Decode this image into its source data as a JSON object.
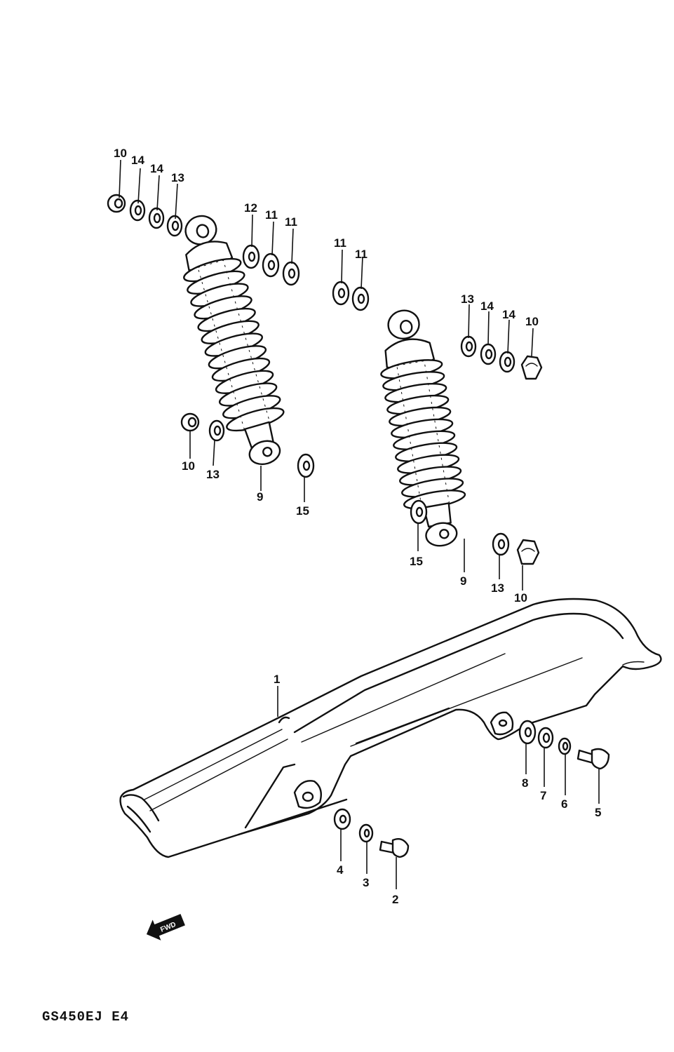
{
  "diagram": {
    "code": "GS450EJ E4",
    "fwd_label": "FWD",
    "callouts": [
      {
        "id": "c-10-a",
        "text": "10"
      },
      {
        "id": "c-14-a",
        "text": "14"
      },
      {
        "id": "c-14-b",
        "text": "14"
      },
      {
        "id": "c-13-a",
        "text": "13"
      },
      {
        "id": "c-12",
        "text": "12"
      },
      {
        "id": "c-11-a",
        "text": "11"
      },
      {
        "id": "c-11-b",
        "text": "11"
      },
      {
        "id": "c-11-c",
        "text": "11"
      },
      {
        "id": "c-11-d",
        "text": "11"
      },
      {
        "id": "c-13-b",
        "text": "13"
      },
      {
        "id": "c-14-c",
        "text": "14"
      },
      {
        "id": "c-14-d",
        "text": "14"
      },
      {
        "id": "c-10-b",
        "text": "10"
      },
      {
        "id": "c-10-c",
        "text": "10"
      },
      {
        "id": "c-13-c",
        "text": "13"
      },
      {
        "id": "c-9-a",
        "text": "9"
      },
      {
        "id": "c-15-a",
        "text": "15"
      },
      {
        "id": "c-15-b",
        "text": "15"
      },
      {
        "id": "c-9-b",
        "text": "9"
      },
      {
        "id": "c-13-d",
        "text": "13"
      },
      {
        "id": "c-10-d",
        "text": "10"
      },
      {
        "id": "c-1",
        "text": "1"
      },
      {
        "id": "c-8",
        "text": "8"
      },
      {
        "id": "c-7",
        "text": "7"
      },
      {
        "id": "c-6",
        "text": "6"
      },
      {
        "id": "c-5",
        "text": "5"
      },
      {
        "id": "c-4",
        "text": "4"
      },
      {
        "id": "c-3",
        "text": "3"
      },
      {
        "id": "c-2",
        "text": "2"
      }
    ]
  }
}
